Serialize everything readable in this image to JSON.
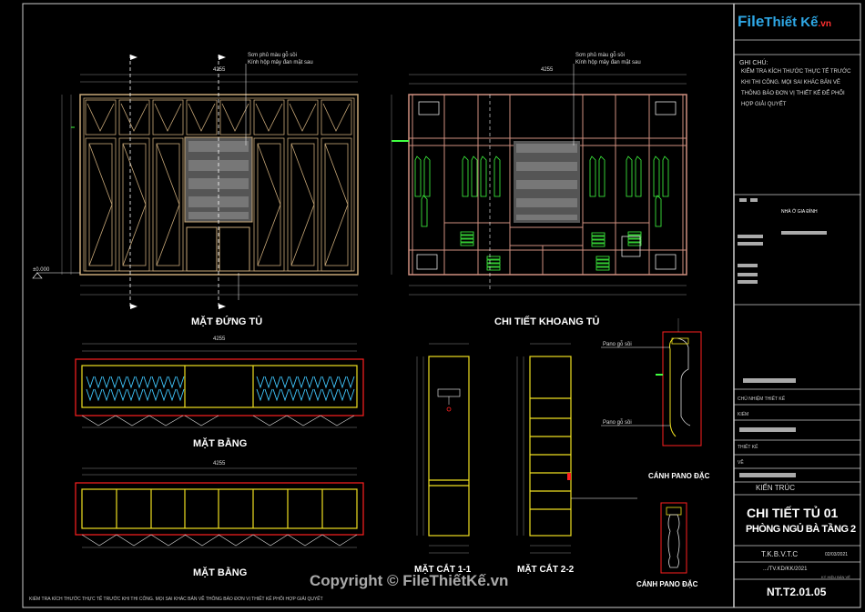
{
  "logo": {
    "text": "File Thiết Kế.vn",
    "part1": "File",
    "part2": "Thiết Kế",
    "part3": ".vn"
  },
  "watermark": "Copyright © FileThiếtKế.vn",
  "views": {
    "elevation": "MẶT ĐỨNG TỦ",
    "interior": "CHI TIẾT KHOANG TỦ",
    "plan_top": "MẶT BẰNG",
    "plan_bottom": "MẶT BẰNG",
    "section_1": "MẶT CẮT 1-1",
    "section_2": "MẶT CẮT 2-2",
    "panel_top": "CÁNH PANO ĐẶC",
    "panel_bottom": "CÁNH PANO ĐẶC"
  },
  "notes": {
    "heading": "GHI CHÚ:",
    "lines": [
      "KIỂM TRA KÍCH THƯỚC THỰC TẾ TRƯỚC",
      "KHI THI CÔNG. MỌI SAI KHÁC BẢN VẼ",
      "THÔNG BÁO ĐƠN VỊ THIẾT KẾ ĐỂ PHỐI",
      "HỢP GIẢI QUYẾT"
    ]
  },
  "titleblock": {
    "project": "NHÀ Ở GIA ĐÌNH",
    "chu_nhiem": "CHỦ NHIỆM THIẾT KẾ",
    "kiem": "KIỂM",
    "thiet_ke": "THIẾT KẾ",
    "ve": "VẼ",
    "kien_truc": "KIẾN TRÚC",
    "drawing_title": "CHI TIẾT TỦ 01",
    "drawing_subtitle": "PHÒNG NGỦ BÀ TẦNG 2",
    "tkbvtc": "T.K.B.V.T.C",
    "date": "02/03/2021",
    "doc_no": ".../TV.KD/KK/2021",
    "kyhieu": "KÝ HIỆU BẢN VẼ",
    "sheet_no": "NT.T2.01.05"
  },
  "footer_note": "KIỂM TRA KÍCH THƯỚC THỰC TẾ TRƯỚC KHI THI CÔNG. MỌI SAI KHÁC BẢN VẼ THÔNG BÁO ĐƠN VỊ THIẾT KẾ PHỐI HỢP GIẢI QUYẾT",
  "annotations": {
    "wood_note": "Sơn phủ màu gỗ sồi",
    "glass_note": "Kính hộp mây đan mặt sau",
    "level_mark": "±0.000",
    "panel_note": "Pano gỗ sồi",
    "dim_total": "4255"
  },
  "colors": {
    "frame": "#c8a878",
    "red": "#ff2020",
    "yellow": "#f0e020",
    "cyan": "#40c8ff",
    "green": "#40ff40",
    "white": "#ffffff",
    "pink": "#d09080"
  }
}
